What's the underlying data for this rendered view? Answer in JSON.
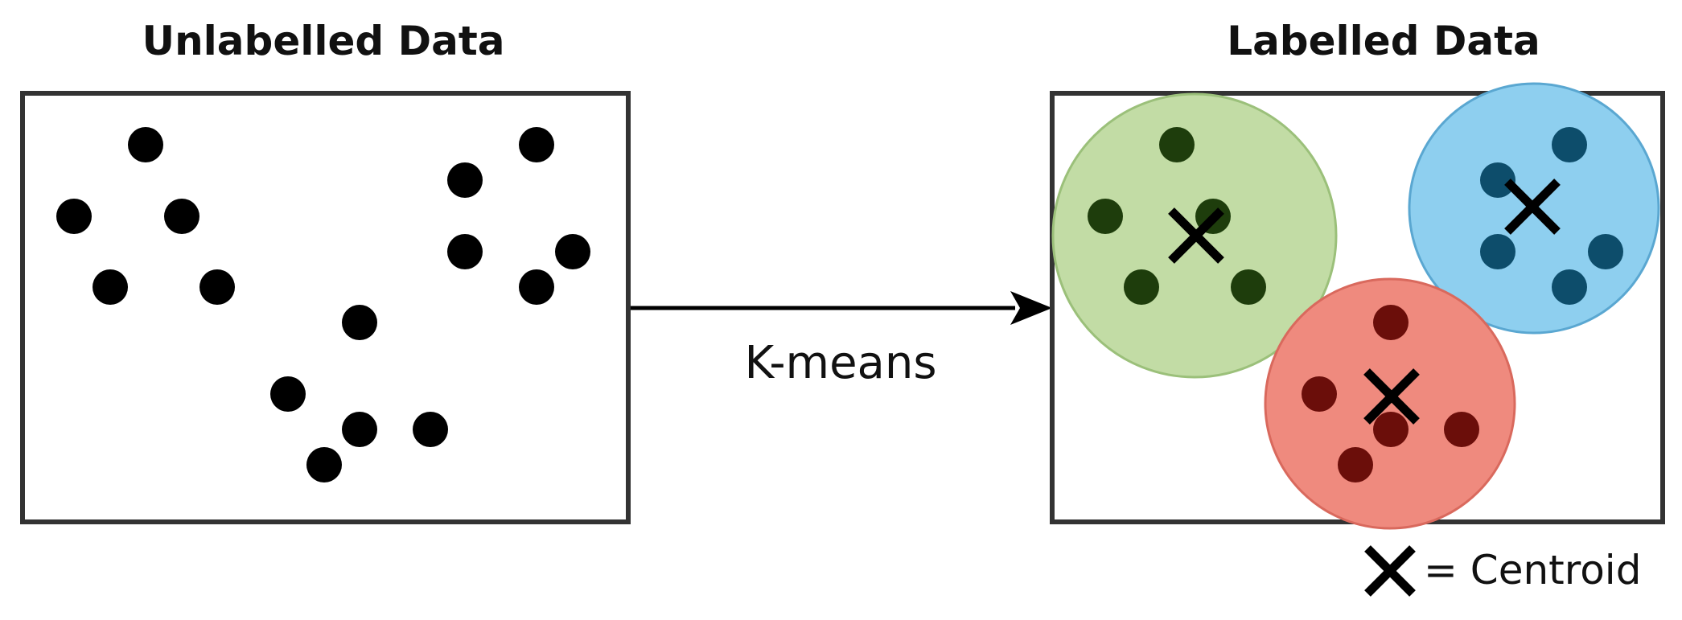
{
  "panels": {
    "unlabelled": {
      "title": "Unlabelled Data"
    },
    "labelled": {
      "title": "Labelled Data"
    }
  },
  "arrow": {
    "label": "K-means"
  },
  "legend": {
    "symbol": "x-mark",
    "label": "= Centroid"
  },
  "colors": {
    "point": "#000000",
    "border": "#333333",
    "cluster_green_fill": "#c2dca5",
    "cluster_green_stroke": "#9bc07a",
    "cluster_green_point": "#1e3d0c",
    "cluster_red_fill": "#ef8a7e",
    "cluster_red_stroke": "#d9695d",
    "cluster_red_point": "#6b0e0a",
    "cluster_blue_fill": "#8ecfef",
    "cluster_blue_stroke": "#5aa7d1",
    "cluster_blue_point": "#0d4d6b"
  }
}
